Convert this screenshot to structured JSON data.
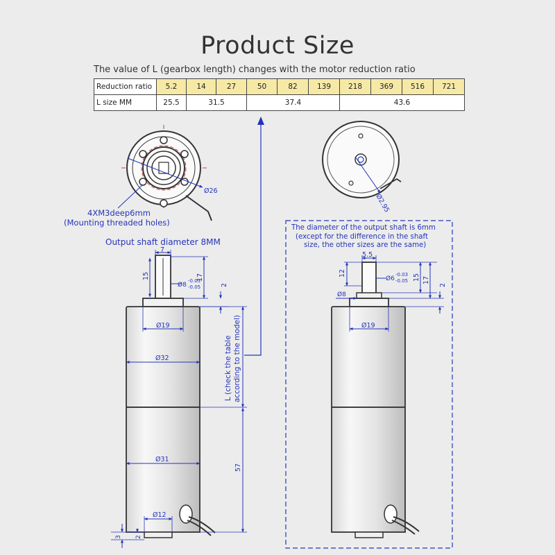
{
  "title": "Product Size",
  "subtitle": "The value of L (gearbox length) changes with the motor reduction ratio",
  "table": {
    "row1_header": "Reduction ratio",
    "row2_header": "L size MM",
    "ratios": [
      "5.2",
      "14",
      "27",
      "50",
      "82",
      "139",
      "218",
      "369",
      "516",
      "721"
    ],
    "lengths": [
      "25.5",
      "31.5",
      "37.4",
      "43.6"
    ]
  },
  "left_view": {
    "holes_label": "4XM3deep6mm",
    "holes_note": "(Mounting threaded holes)",
    "circle_dim": "Ø26",
    "shaft_title": "Output shaft diameter 8MM",
    "dim_flat": "7",
    "dim_15": "15",
    "dim_17": "17",
    "dim_2": "2",
    "shaft_tol_main": "Ø8",
    "shaft_tol_upper": "-0.03",
    "shaft_tol_lower": "-0.05",
    "dim_19": "Ø19",
    "dim_32": "Ø32",
    "dim_31": "Ø31",
    "dim_57": "57",
    "dim_12": "Ø12",
    "dim_3": "3",
    "dim_2b": "2",
    "L_label_1": "L (check the table",
    "L_label_2": "according to the model)"
  },
  "right_view": {
    "circle_dim": "Ø2.95",
    "note_1": "The diameter of the output shaft is 6mm",
    "note_2": "(except for the difference in the shaft",
    "note_3": "size, the other sizes are the same)",
    "dim_55": "5.5",
    "dim_12": "12",
    "dim_15": "15",
    "dim_17": "17",
    "dim_2": "2",
    "shaft_tol_main": "Ø6",
    "shaft_tol_upper": "-0.03",
    "shaft_tol_lower": "-0.05",
    "dim_8": "Ø8",
    "dim_19": "Ø19"
  },
  "colors": {
    "dimension": "#2434b8",
    "centerline": "#d33b3b",
    "table_highlight": "#f6e9a6",
    "outline": "#333333"
  }
}
